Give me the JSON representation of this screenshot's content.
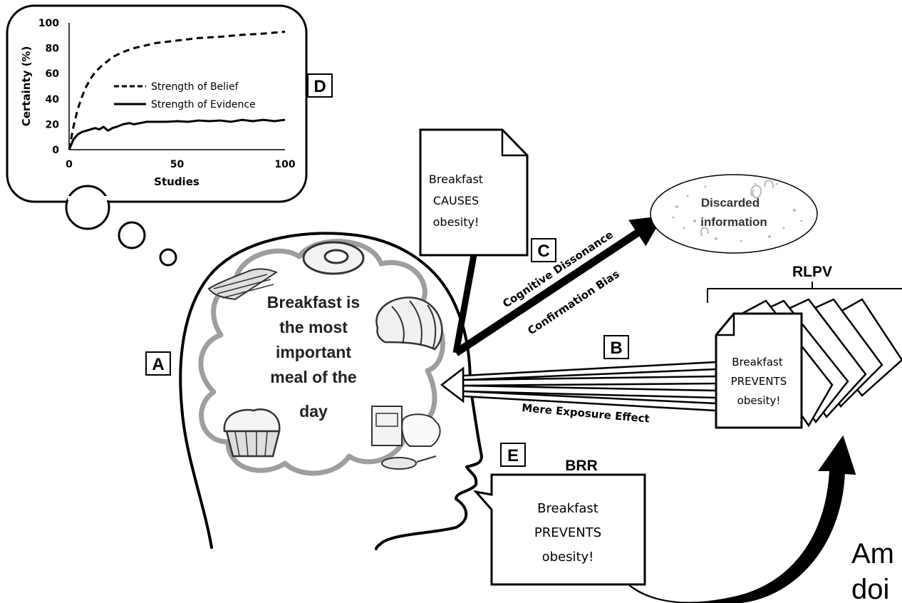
{
  "chart_data": {
    "type": "line",
    "xlabel": "Studies",
    "ylabel": "Certainty (%)",
    "xlim": [
      0,
      100
    ],
    "ylim": [
      0,
      100
    ],
    "xticks": [
      0,
      50,
      100
    ],
    "yticks": [
      0,
      20,
      40,
      60,
      80,
      100
    ],
    "grid": false,
    "legend_position": "center-right",
    "series": [
      {
        "name": "Strength of Belief",
        "style": "dashed",
        "x": [
          0,
          2,
          4,
          6,
          8,
          10,
          12,
          15,
          18,
          20,
          25,
          30,
          35,
          40,
          50,
          60,
          70,
          80,
          90,
          100
        ],
        "y": [
          0,
          18,
          32,
          42,
          50,
          56,
          61,
          66,
          70,
          73,
          77,
          80,
          82,
          84,
          86,
          88,
          89,
          90.5,
          91.5,
          93
        ]
      },
      {
        "name": "Strength of Evidence",
        "style": "solid",
        "x": [
          0,
          2,
          4,
          6,
          8,
          10,
          12,
          14,
          16,
          18,
          20,
          22,
          25,
          28,
          30,
          33,
          36,
          40,
          45,
          50,
          55,
          60,
          65,
          70,
          75,
          80,
          85,
          90,
          95,
          100
        ],
        "y": [
          0,
          8,
          12,
          14,
          15,
          16,
          17,
          16,
          18,
          15,
          17,
          18,
          20,
          21,
          20,
          21,
          22,
          22,
          22,
          22.5,
          22,
          23,
          22.5,
          23,
          22,
          23.5,
          22.5,
          23.5,
          22.5,
          23.5
        ]
      }
    ]
  },
  "labels": {
    "panel_d": "D",
    "panel_c": "C",
    "panel_a": "A",
    "panel_b": "B",
    "panel_e": "E",
    "rlpv": "RLPV",
    "brr": "BRR"
  },
  "head_text": [
    "Breakfast is",
    "the most",
    "important",
    "meal of the",
    "day"
  ],
  "contradicting_study": [
    "Breakfast",
    "CAUSES",
    "obesity!"
  ],
  "discarded": [
    "Discarded",
    "information"
  ],
  "arrow_labels": {
    "cognitive_dissonance": "Cognitive Dissonance",
    "confirmation_bias": "Confirmation Bias",
    "mere_exposure": "Mere Exposure Effect"
  },
  "rlpv_paper": [
    "Breakfast",
    "PREVENTS",
    "obesity!"
  ],
  "speech_bubble": [
    "Breakfast",
    "PREVENTS",
    "obesity!"
  ],
  "cutoff_text": {
    "line1": "Am",
    "line2": "doi"
  }
}
